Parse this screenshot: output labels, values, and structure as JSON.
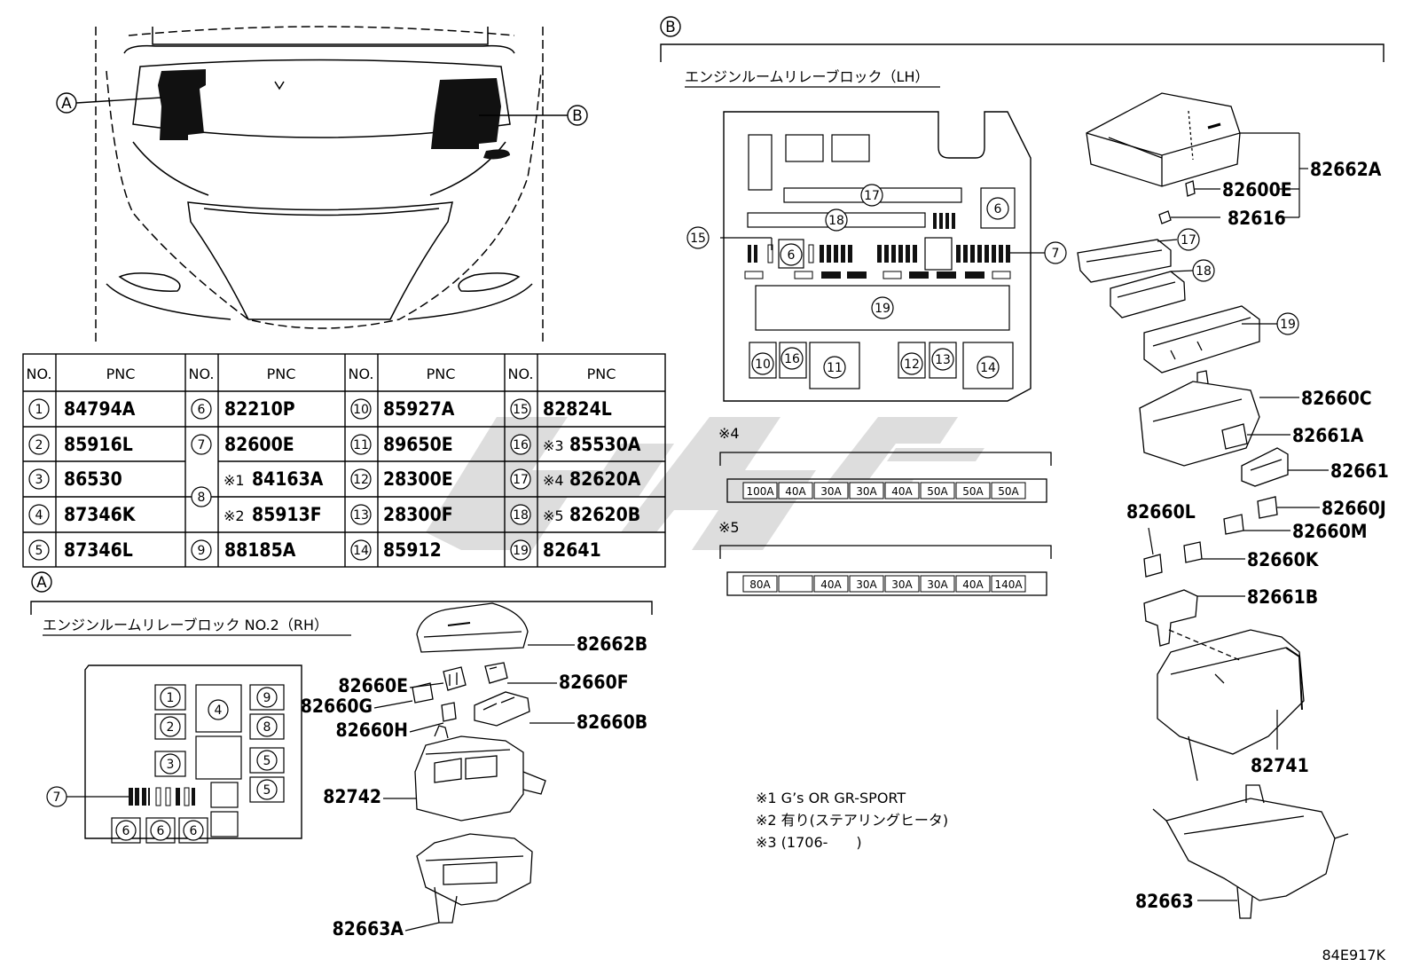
{
  "callouts": {
    "A": "A",
    "B": "B"
  },
  "section_b": {
    "title": "エンジンルームリレーブロック（LH）",
    "block_labels": {
      "n6a": "6",
      "n6b": "6",
      "n7": "7",
      "n10": "10",
      "n11": "11",
      "n12": "12",
      "n13": "13",
      "n14": "14",
      "n15": "15",
      "n16": "16",
      "n17": "17",
      "n18": "18",
      "n19": "19"
    },
    "fuse_row4": {
      "mark": "※4",
      "ratings": [
        "100A",
        "40A",
        "30A",
        "30A",
        "40A",
        "50A",
        "50A",
        "50A"
      ]
    },
    "fuse_row5": {
      "mark": "※5",
      "ratings": [
        "80A",
        "",
        "40A",
        "30A",
        "30A",
        "30A",
        "40A",
        "140A"
      ]
    },
    "parts": {
      "p82662A": "82662A",
      "p82600E": "82600E",
      "p82616": "82616",
      "p17": "17",
      "p18": "18",
      "p19": "19",
      "p82660C": "82660C",
      "p82661A": "82661A",
      "p82661": "82661",
      "p82660J": "82660J",
      "p82660L": "82660L",
      "p82660M": "82660M",
      "p82660K": "82660K",
      "p82661B": "82661B",
      "p82741": "82741",
      "p82663": "82663"
    }
  },
  "table": {
    "headers": [
      "NO.",
      "PNC",
      "NO.",
      "PNC",
      "NO.",
      "PNC",
      "NO.",
      "PNC"
    ],
    "col1": [
      {
        "no": "1",
        "pnc": "84794A"
      },
      {
        "no": "2",
        "pnc": "85916L"
      },
      {
        "no": "3",
        "pnc": "86530"
      },
      {
        "no": "4",
        "pnc": "87346K"
      },
      {
        "no": "5",
        "pnc": "87346L"
      }
    ],
    "col2": [
      {
        "no": "6",
        "pnc": "82210P"
      },
      {
        "no": "7",
        "pnc": "82600E"
      },
      {
        "no": "8",
        "note_a": "※1",
        "pnc_a": "84163A",
        "note_b": "※2",
        "pnc_b": "85913F"
      },
      {
        "no": "9",
        "pnc": "88185A"
      }
    ],
    "col3": [
      {
        "no": "10",
        "pnc": "85927A"
      },
      {
        "no": "11",
        "pnc": "89650E"
      },
      {
        "no": "12",
        "pnc": "28300E"
      },
      {
        "no": "13",
        "pnc": "28300F"
      },
      {
        "no": "14",
        "pnc": "85912"
      }
    ],
    "col4": [
      {
        "no": "15",
        "note": "",
        "pnc": "82824L"
      },
      {
        "no": "16",
        "note": "※3",
        "pnc": "85530A"
      },
      {
        "no": "17",
        "note": "※4",
        "pnc": "82620A"
      },
      {
        "no": "18",
        "note": "※5",
        "pnc": "82620B"
      },
      {
        "no": "19",
        "note": "",
        "pnc": "82641"
      }
    ]
  },
  "section_a": {
    "title": "エンジンルームリレーブロック NO.2（RH）",
    "block_labels": {
      "n1": "1",
      "n2": "2",
      "n3": "3",
      "n4": "4",
      "n5a": "5",
      "n5b": "5",
      "n6a": "6",
      "n6b": "6",
      "n6c": "6",
      "n7": "7",
      "n8": "8",
      "n9": "9"
    },
    "parts": {
      "p82662B": "82662B",
      "p82660E": "82660E",
      "p82660F": "82660F",
      "p82660G": "82660G",
      "p82660H": "82660H",
      "p82660B": "82660B",
      "p82742": "82742",
      "p82663A": "82663A"
    }
  },
  "notes": [
    "※1 G’s OR GR-SPORT",
    "※2 有り(ステアリングヒータ)",
    "※3 (1706-　　)"
  ],
  "diagram_id": "84E917K",
  "watermark_color": "#c8c8c8"
}
